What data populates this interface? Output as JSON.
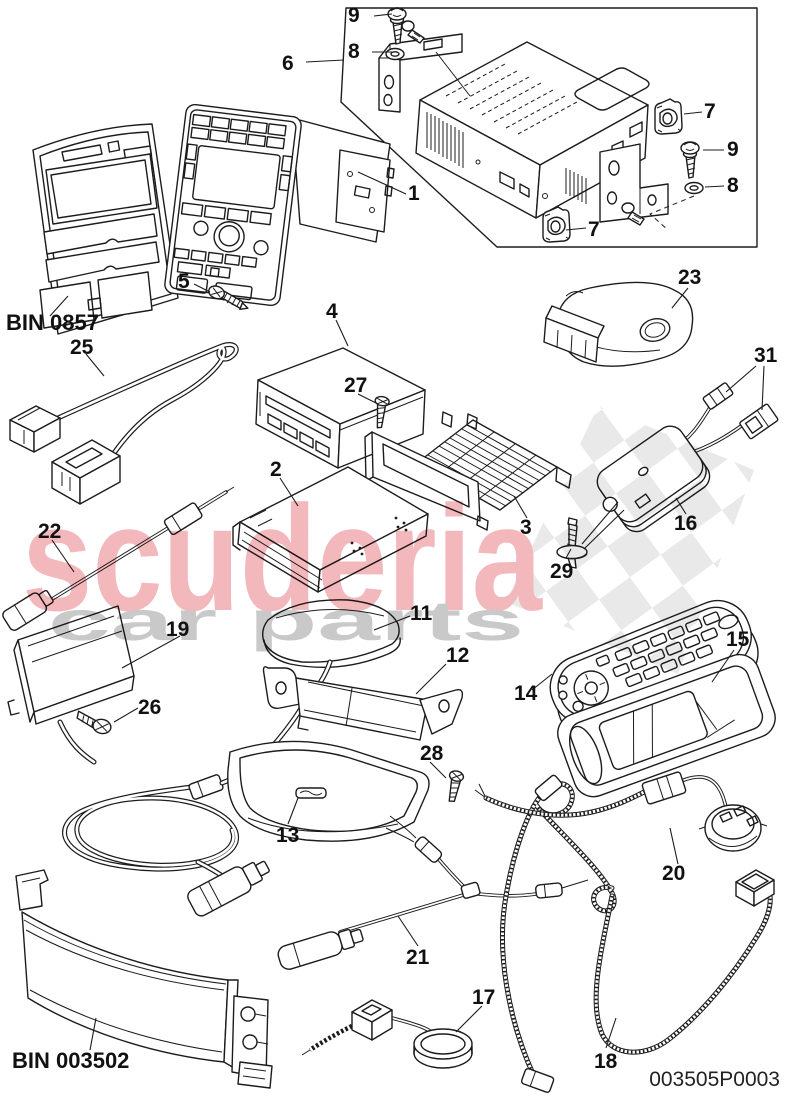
{
  "drawing_code": "003505P0003",
  "watermark": {
    "brand": "scuderia",
    "brand_sub": "car parts",
    "brand_color": "#f2b8bc",
    "sub_color": "#c9c9c9",
    "flag_gray": "#e7e7e7"
  },
  "bin_labels": [
    {
      "text": "BIN 0857"
    },
    {
      "text": "BIN 003502"
    }
  ],
  "callouts": [
    {
      "n": "9"
    },
    {
      "n": "8"
    },
    {
      "n": "6"
    },
    {
      "n": "7"
    },
    {
      "n": "9"
    },
    {
      "n": "8"
    },
    {
      "n": "7"
    },
    {
      "n": "1"
    },
    {
      "n": "5"
    },
    {
      "n": "25"
    },
    {
      "n": "4"
    },
    {
      "n": "23"
    },
    {
      "n": "27"
    },
    {
      "n": "31"
    },
    {
      "n": "2"
    },
    {
      "n": "3"
    },
    {
      "n": "16"
    },
    {
      "n": "29"
    },
    {
      "n": "22"
    },
    {
      "n": "19"
    },
    {
      "n": "11"
    },
    {
      "n": "12"
    },
    {
      "n": "26"
    },
    {
      "n": "14"
    },
    {
      "n": "15"
    },
    {
      "n": "13"
    },
    {
      "n": "28"
    },
    {
      "n": "21"
    },
    {
      "n": "20"
    },
    {
      "n": "17"
    },
    {
      "n": "18"
    }
  ],
  "line_color": "#1c1c1c",
  "background": "#ffffff"
}
